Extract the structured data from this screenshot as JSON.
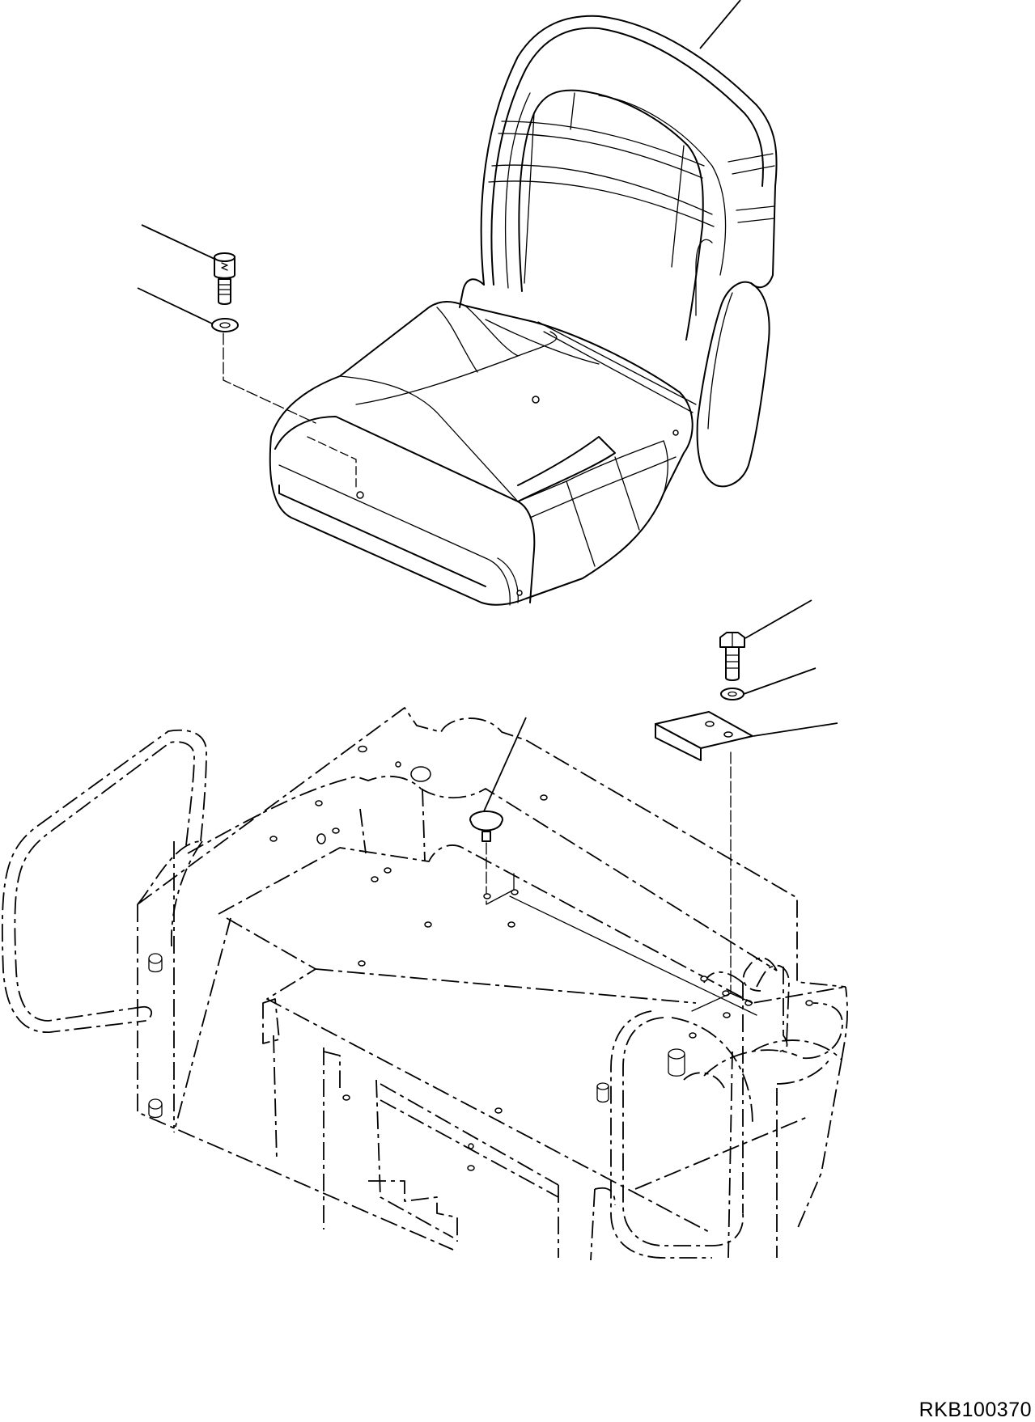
{
  "drawing": {
    "code": "RKB100370",
    "parts": {
      "seat": "operator-seat",
      "socket_bolt": "socket-head-bolt",
      "washer_upper": "flat-washer",
      "hex_bolt": "hex-bolt",
      "washer_lower": "washer",
      "bracket": "angle-bracket",
      "stopper": "rubber-stopper",
      "frame": "seat-mount-frame"
    }
  }
}
